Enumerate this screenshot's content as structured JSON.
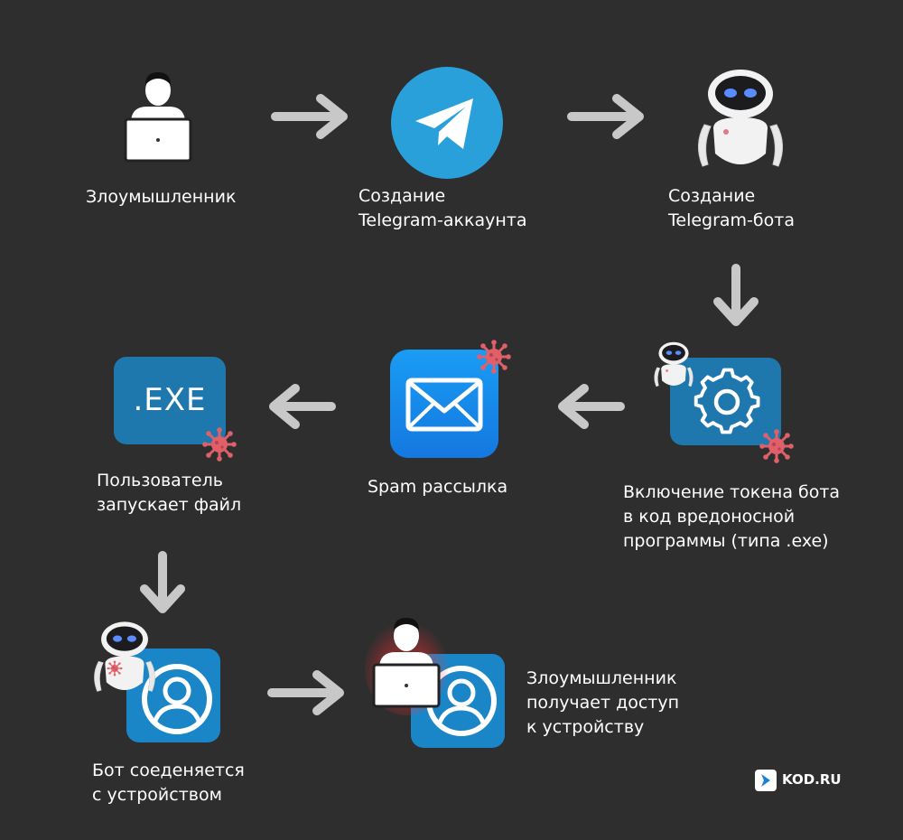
{
  "steps": {
    "attacker": {
      "label_lines": [
        "Злоумышленник"
      ]
    },
    "telegram_account": {
      "label_lines": [
        "Создание",
        "Telegram-аккаунта"
      ]
    },
    "telegram_bot": {
      "label_lines": [
        "Создание",
        "Telegram-бота"
      ]
    },
    "token": {
      "label_lines": [
        "Включение токена бота",
        "в код вредоносной",
        "программы (типа .exe)"
      ]
    },
    "spam": {
      "label_lines": [
        "Spam рассылка"
      ]
    },
    "user_runs": {
      "label_lines": [
        "Пользователь",
        "запускает файл"
      ]
    },
    "exe_file": {
      "text": ".EXE"
    },
    "bot_connects": {
      "label_lines": [
        "Бот соеденяется",
        "с устройством"
      ]
    },
    "access": {
      "label_lines": [
        "Злоумышленник",
        "получает доступ",
        "к устройству"
      ]
    }
  },
  "brand": {
    "text": "KOD.RU"
  },
  "icons": {
    "attacker": "hacker-laptop-icon",
    "telegram": "telegram-icon",
    "bot": "robot-icon",
    "gear": "gear-icon",
    "mail": "mail-icon",
    "virus": "virus-icon",
    "user": "user-profile-icon"
  },
  "colors": {
    "background": "#2e2e2f",
    "arrow": "#c8c8c8",
    "telegram_blue": "#2aa0db",
    "dark_blue_tile": "#1e78ad",
    "mail_blue": "#1c8ff0",
    "virus_red": "#e0606a"
  }
}
